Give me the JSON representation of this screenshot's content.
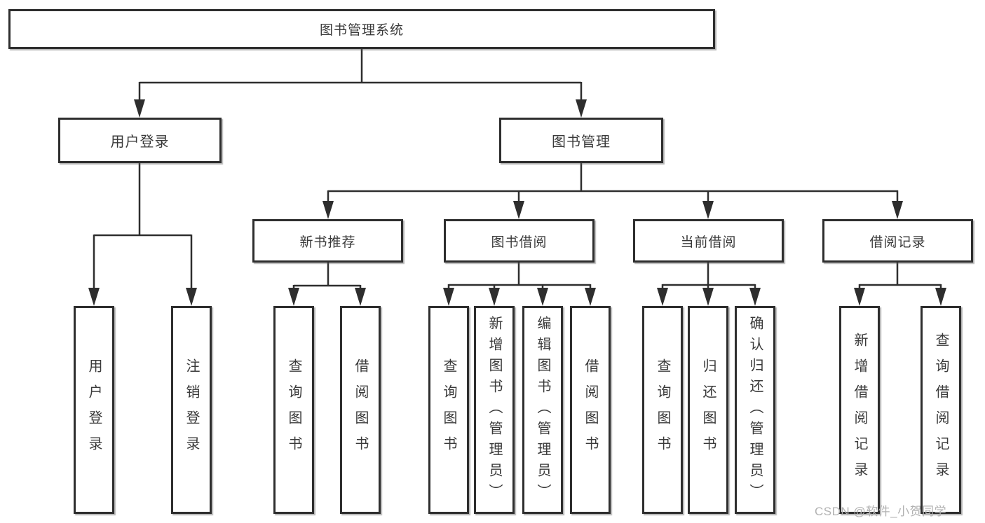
{
  "tree": {
    "root": {
      "label": "图书管理系统",
      "children": [
        {
          "label": "用户登录",
          "children": [
            {
              "label": "用户登录"
            },
            {
              "label": "注销登录"
            }
          ]
        },
        {
          "label": "图书管理",
          "children": [
            {
              "label": "新书推荐",
              "children": [
                {
                  "label": "查询图书"
                },
                {
                  "label": "借阅图书"
                }
              ]
            },
            {
              "label": "图书借阅",
              "children": [
                {
                  "label": "查询图书"
                },
                {
                  "label": "新增图书（管理员）"
                },
                {
                  "label": "编辑图书（管理员）"
                },
                {
                  "label": "借阅图书"
                }
              ]
            },
            {
              "label": "当前借阅",
              "children": [
                {
                  "label": "查询图书"
                },
                {
                  "label": "归还图书"
                },
                {
                  "label": "确认归还（管理员）"
                }
              ]
            },
            {
              "label": "借阅记录",
              "children": [
                {
                  "label": "新增借阅记录"
                },
                {
                  "label": "查询借阅记录"
                }
              ]
            }
          ]
        }
      ]
    }
  },
  "watermark": {
    "text": "CSDN @软件_小贺同学"
  },
  "colors": {
    "line": "#2e2e2e",
    "box_border": "#2e2e2e",
    "box_fill": "#ffffff",
    "text": "#3a3a3a",
    "watermark_text": "#b2b2b2",
    "background": "#ffffff"
  }
}
